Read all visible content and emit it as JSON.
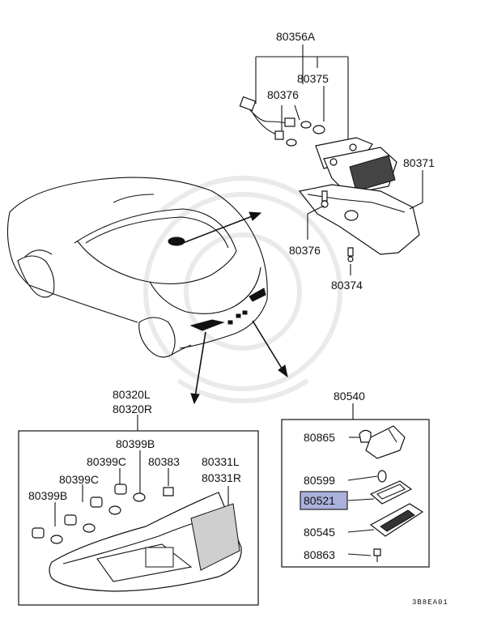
{
  "labels": {
    "p80356A": "80356A",
    "p80375": "80375",
    "p80376_top": "80376",
    "p80371": "80371",
    "p80376_mid": "80376",
    "p80374": "80374",
    "p80320L": "80320L",
    "p80320R": "80320R",
    "p80540": "80540",
    "p80399B_top": "80399B",
    "p80399C_a": "80399C",
    "p80383": "80383",
    "p80331L": "80331L",
    "p80331R": "80331R",
    "p80399C_b": "80399C",
    "p80399B_low": "80399B",
    "p80865": "80865",
    "p80599": "80599",
    "p80521": "80521",
    "p80545": "80545",
    "p80863": "80863"
  },
  "highlight": {
    "part": "80521",
    "color": "#aab1dc"
  },
  "diagram_code": "3B8EA01"
}
